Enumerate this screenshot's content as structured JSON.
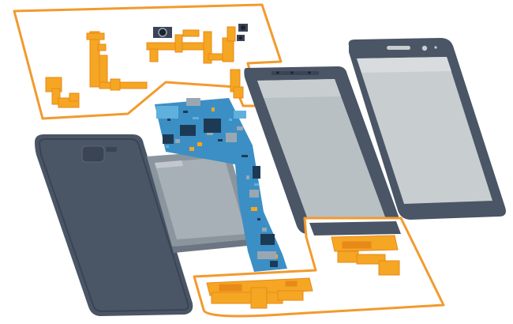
{
  "illustration": {
    "colors": {
      "background": "#ffffff",
      "highlight_outline": "#f29a2e",
      "flex_cable": "#f5a623",
      "flex_cable_dark": "#e8891a",
      "board_blue": "#3b8fc4",
      "board_blue_light": "#5fb0dd",
      "board_dark": "#1d3a55",
      "chip_grey": "#9aa7b3",
      "case_dark": "#4a5566",
      "case_darker": "#3a4454",
      "screen_grey": "#b9c0c4",
      "screen_light": "#c8cdd0",
      "battery_frame": "#8b959e",
      "battery_face": "#a8b0b7"
    },
    "components": [
      {
        "name": "back-cover",
        "icon": "back-cover-icon"
      },
      {
        "name": "battery",
        "icon": "battery-icon"
      },
      {
        "name": "logic-board",
        "icon": "logic-board-icon"
      },
      {
        "name": "mid-frame-display",
        "icon": "display-panel-icon"
      },
      {
        "name": "front-glass",
        "icon": "front-glass-icon"
      },
      {
        "name": "camera-flex-assembly",
        "icon": "camera-flex-icon"
      },
      {
        "name": "lcd-flex-assembly",
        "icon": "lcd-flex-icon"
      },
      {
        "name": "charging-port-flex",
        "icon": "charging-flex-icon"
      }
    ]
  }
}
